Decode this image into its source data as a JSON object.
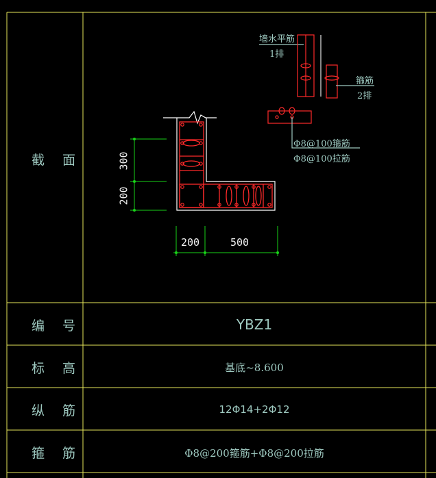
{
  "table": {
    "rows": [
      {
        "label": "截 面",
        "value": ""
      },
      {
        "label": "编 号",
        "value": "YBZ1"
      },
      {
        "label": "标 高",
        "value": "基底~8.600"
      },
      {
        "label": "纵 筋",
        "value": "12Φ14+2Φ12"
      },
      {
        "label": "箍 筋",
        "value": "Φ8@200箍筋+Φ8@200拉筋"
      }
    ]
  },
  "section": {
    "dims": {
      "h_top": "300",
      "h_bottom": "200",
      "w_left": "200",
      "w_right": "500"
    },
    "legend": {
      "wall_rebar": "墙水平筋",
      "wall_rebar_count": "1排",
      "stirrup": "箍筋",
      "stirrup_count": "2排",
      "spec_stirrup": "Φ8@100箍筋",
      "spec_tie": "Φ8@100拉筋"
    }
  },
  "colors": {
    "grid": "#e6e65a",
    "wall": "#ffffff",
    "rebar": "#ff2a2a",
    "dim": "#19d219",
    "text": "#9ec9c0"
  }
}
